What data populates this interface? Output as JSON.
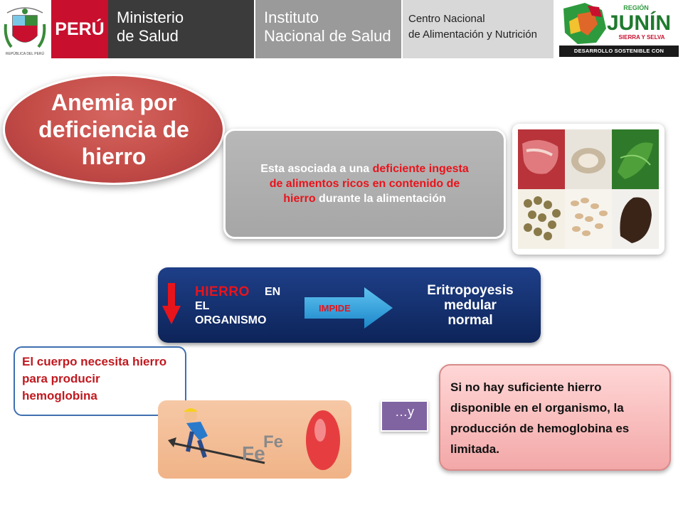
{
  "header": {
    "peru_label": "PERÚ",
    "minsa_line1": "Ministerio",
    "minsa_line2": "de Salud",
    "ins_line1": "Instituto",
    "ins_line2": "Nacional de Salud",
    "cenan_line1": "Centro Nacional",
    "cenan_line2": "de Alimentación y Nutrición",
    "junin_region": "REGIÓN",
    "junin_name": "JUNÍN",
    "junin_tagline": "SIERRA Y SELVA",
    "junin_banner": "DESARROLLO SOSTENIBLE CON IDENTIDAD",
    "coat_caption": "REPÚBLICA DEL PERÚ"
  },
  "slide": {
    "title": "Anemia por deficiencia de hierro",
    "assoc_part1": "Esta asociada a una ",
    "assoc_red": "deficiente ingesta de alimentos ricos en contenido de hierro",
    "assoc_part2": " durante la alimentación",
    "flow": {
      "hierro": "HIERRO",
      "en": "EN",
      "el": "EL",
      "organismo": "ORGANISMO",
      "impide": "IMPIDE",
      "result_line1": "Eritropoyesis",
      "result_line2": "medular",
      "result_line3": "normal"
    },
    "cuerpo_text": "El cuerpo necesita hierro para producir hemoglobina",
    "fe_label_1": "Fe",
    "fe_label_2": "Fe",
    "y_text": "…y",
    "conclusion": "Si no hay suficiente hierro disponible en el organismo, la producción de hemoglobina es limitada."
  },
  "colors": {
    "accent_red": "#e8141c",
    "title_bg": "#c44c47",
    "flow_bg": "#1e3f88",
    "y_box_bg": "#8064a2"
  },
  "icons": {
    "coat": "coat-of-arms-icon",
    "down_arrow": "down-arrow-icon",
    "impide_arrow": "right-arrow-icon"
  }
}
